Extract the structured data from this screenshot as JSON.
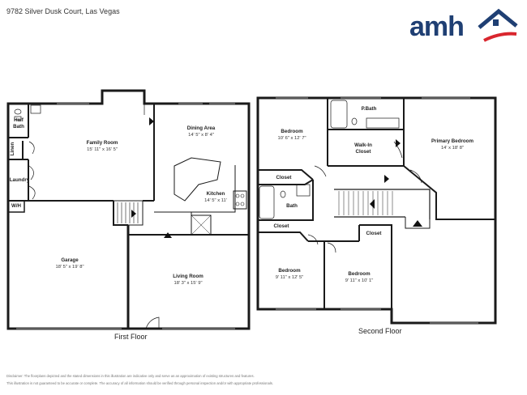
{
  "header": {
    "address": "9782 Silver Dusk Court, Las Vegas"
  },
  "logo": {
    "text": "amh",
    "brand_color": "#1f3f73",
    "accent_color": "#d9262e"
  },
  "floors": [
    {
      "label": "First Floor",
      "rooms": [
        {
          "id": "half-bath",
          "name": "Half Bath",
          "lines": [
            "Half",
            "Bath"
          ],
          "dim": ""
        },
        {
          "id": "family-room",
          "name": "Family Room",
          "lines": [
            "Family Room"
          ],
          "dim": "15' 11\" x 16' 5\""
        },
        {
          "id": "dining-area",
          "name": "Dining Area",
          "lines": [
            "Dining Area"
          ],
          "dim": "14' 5\" x 8' 4\""
        },
        {
          "id": "linen",
          "name": "Linen",
          "lines": [
            "Linen"
          ],
          "dim": ""
        },
        {
          "id": "laundry",
          "name": "Laundry",
          "lines": [
            "Laundry"
          ],
          "dim": ""
        },
        {
          "id": "kitchen",
          "name": "Kitchen",
          "lines": [
            "Kitchen"
          ],
          "dim": "14' 5\" x 11'"
        },
        {
          "id": "wh",
          "name": "W/H",
          "lines": [
            "W/H"
          ],
          "dim": ""
        },
        {
          "id": "garage",
          "name": "Garage",
          "lines": [
            "Garage"
          ],
          "dim": "18' 5\" x 19' 8\""
        },
        {
          "id": "living-room",
          "name": "Living Room",
          "lines": [
            "Living Room"
          ],
          "dim": "18' 3\" x 15' 9\""
        }
      ]
    },
    {
      "label": "Second Floor",
      "rooms": [
        {
          "id": "bedroom-1",
          "name": "Bedroom",
          "lines": [
            "Bedroom"
          ],
          "dim": "10' 6\" x 12' 7\""
        },
        {
          "id": "p-bath",
          "name": "P.Bath",
          "lines": [
            "P.Bath"
          ],
          "dim": ""
        },
        {
          "id": "primary-bedroom",
          "name": "Primary Bedroom",
          "lines": [
            "Primary Bedroom"
          ],
          "dim": "14' x 18' 8\""
        },
        {
          "id": "walk-in-closet",
          "name": "Walk-In Closet",
          "lines": [
            "Walk-In",
            "Closet"
          ],
          "dim": ""
        },
        {
          "id": "closet-1",
          "name": "Closet",
          "lines": [
            "Closet"
          ],
          "dim": ""
        },
        {
          "id": "bath",
          "name": "Bath",
          "lines": [
            "Bath"
          ],
          "dim": ""
        },
        {
          "id": "closet-2",
          "name": "Closet",
          "lines": [
            "Closet"
          ],
          "dim": ""
        },
        {
          "id": "closet-3",
          "name": "Closet",
          "lines": [
            "Closet"
          ],
          "dim": ""
        },
        {
          "id": "bedroom-2",
          "name": "Bedroom",
          "lines": [
            "Bedroom"
          ],
          "dim": "9' 11\" x 12' 5\""
        },
        {
          "id": "bedroom-3",
          "name": "Bedroom",
          "lines": [
            "Bedroom"
          ],
          "dim": "9' 11\" x 10' 1\""
        }
      ]
    }
  ],
  "disclaimer": [
    "Disclaimer: The floorplans depicted and the stated dimensions in this illustration are indicative only and serve as an approximation of existing structures and features.",
    "This illustration is not guaranteed to be accurate or complete. The accuracy of all information should be verified through personal inspection and/or with appropriate professionals."
  ]
}
